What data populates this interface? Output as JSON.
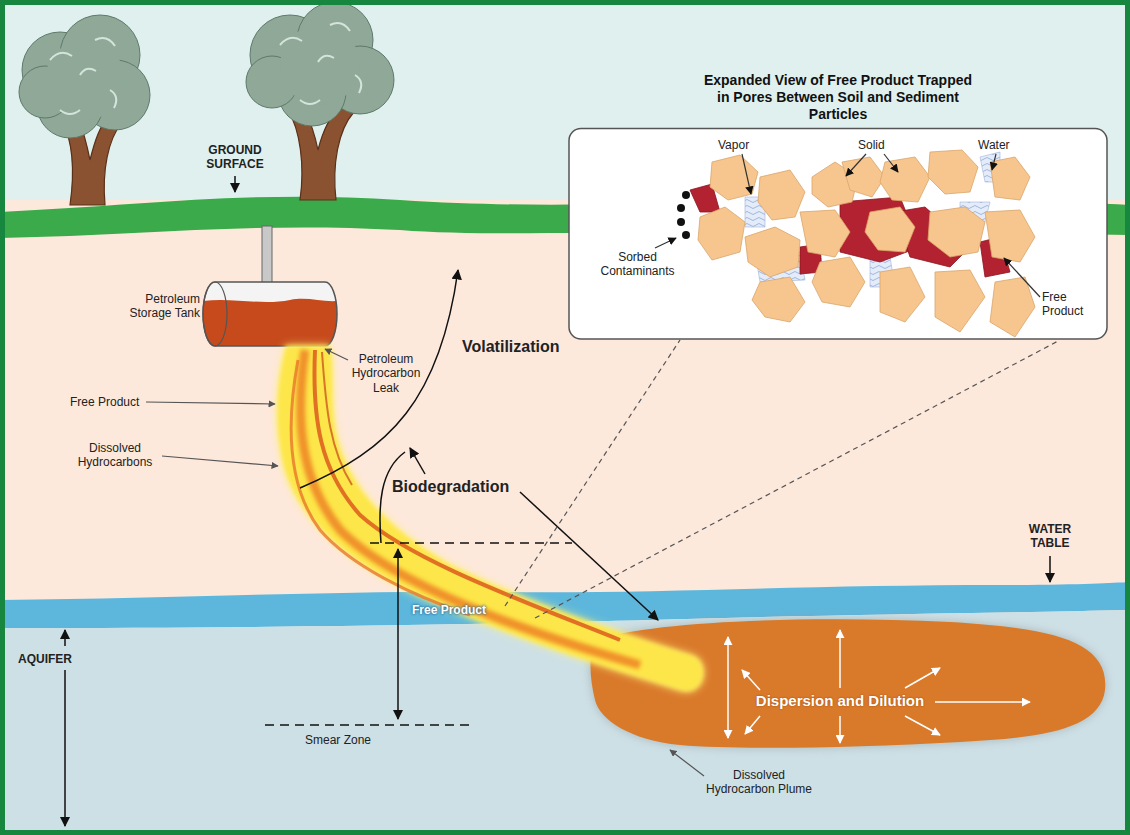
{
  "diagram": {
    "nodes": [
      {
        "text": [
          "Expanded View of Free Product Trapped in Pores Between Soil and Sediment Particles"
        ]
      }
    ],
    "labels": [
      "GROUND SURFACE",
      "Vapor",
      "Solid",
      "Water",
      "Sorbed Contaminants",
      "Free Product",
      "Petroleum Storage Tank",
      "Volatilization",
      "Petroleum Hydrocarbon Leak",
      "Free Product",
      "Dissolved Hydrocarbons",
      "Biodegradation",
      "WATER TABLE",
      "Free Product",
      "AQUIFER",
      "Dispersion and Dilution",
      "Smear Zone",
      "Dissolved Hydrocarbon Plume"
    ]
  }
}
